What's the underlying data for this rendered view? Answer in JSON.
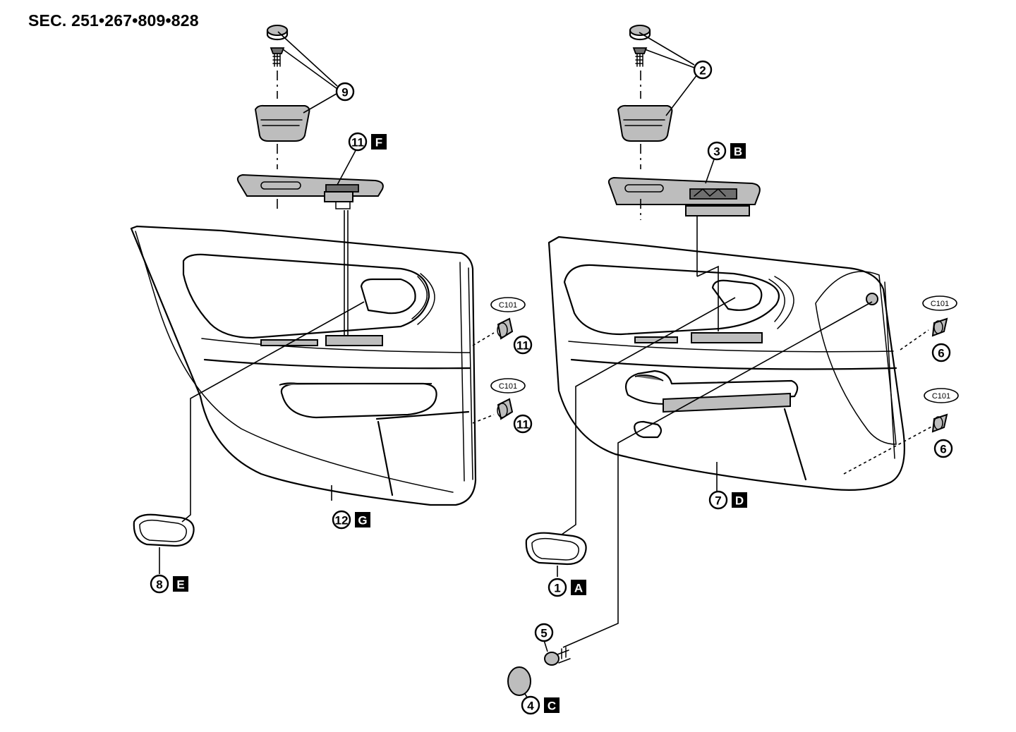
{
  "header": {
    "section": "SEC. 251•267•809•828"
  },
  "callouts": [
    {
      "id": "c9",
      "number": "9",
      "letter": ""
    },
    {
      "id": "c11f",
      "number": "11",
      "letter": "F"
    },
    {
      "id": "c11a",
      "number": "11",
      "letter": ""
    },
    {
      "id": "c11b",
      "number": "11",
      "letter": ""
    },
    {
      "id": "c12",
      "number": "12",
      "letter": "G"
    },
    {
      "id": "c8",
      "number": "8",
      "letter": "E"
    },
    {
      "id": "c2",
      "number": "2",
      "letter": ""
    },
    {
      "id": "c3",
      "number": "3",
      "letter": "B"
    },
    {
      "id": "c6a",
      "number": "6",
      "letter": ""
    },
    {
      "id": "c6b",
      "number": "6",
      "letter": ""
    },
    {
      "id": "c7",
      "number": "7",
      "letter": "D"
    },
    {
      "id": "c1",
      "number": "1",
      "letter": "A"
    },
    {
      "id": "c5",
      "number": "5",
      "letter": ""
    },
    {
      "id": "c4",
      "number": "4",
      "letter": "C"
    }
  ],
  "clip_tags": [
    "C101",
    "C101",
    "C101",
    "C101"
  ]
}
